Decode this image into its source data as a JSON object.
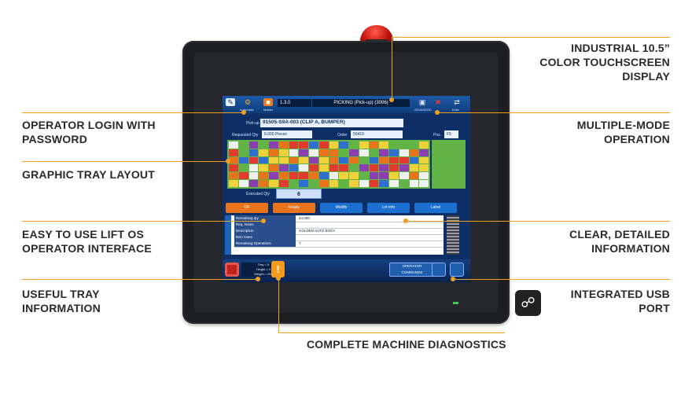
{
  "callouts": {
    "industrial": [
      "INDUSTRIAL 10.5”",
      "COLOR TOUCHSCREEN",
      "DISPLAY"
    ],
    "operator_login": [
      "OPERATOR LOGIN WITH",
      "PASSWORD"
    ],
    "multi_mode": [
      "MULTIPLE-MODE",
      "OPERATION"
    ],
    "tray_layout": [
      "GRAPHIC TRAY LAYOUT"
    ],
    "easy_to_use": [
      "EASY TO USE LIFT OS",
      "OPERATOR INTERFACE"
    ],
    "clear_info": [
      "CLEAR, DETAILED",
      "INFORMATION"
    ],
    "useful_tray": [
      "USEFUL TRAY",
      "INFORMATION"
    ],
    "usb_port": [
      "INTEGRATED USB",
      "PORT"
    ],
    "diagnostics": [
      "COMPLETE MACHINE DIAGNOSTICS"
    ]
  },
  "screen": {
    "mode_label": "Automatic",
    "master_label": "Master",
    "version": "1.3.0",
    "title": "PICKING (Pick-up) (3006)",
    "advanced_label": "ADVANCED",
    "exit_label": "Exits",
    "pickup_label": "Pick-up",
    "pickup_value": "91505-S9A-003 (CLIP A, BUMPER)",
    "requested_qty_label": "Requested Qty",
    "requested_qty_value": "6.000 Pieces",
    "order_label": "Order",
    "order_value": "50419",
    "pos_label": "Pos.",
    "pos_value": "F5",
    "executed_qty_label": "Executed Qty",
    "executed_qty_value": "6",
    "buttons": [
      "OK",
      "Empty",
      "Modify",
      "Lot Info",
      "Label"
    ],
    "info_rows": [
      {
        "key": "Remaining qty",
        "value": "44.000"
      },
      {
        "key": "Req. Notes",
        "value": ""
      },
      {
        "key": "Description",
        "value": "GOLDEN AUTO BODY"
      },
      {
        "key": "Item notes",
        "value": ""
      },
      {
        "key": "Remaining Operations",
        "value": "7"
      }
    ],
    "tray_info": [
      "Tray = 8",
      "Height = 4",
      "Weight = 250"
    ],
    "operator_commands": [
      "OPERATOR",
      "COMMANDS"
    ]
  },
  "colors": {
    "accent_line": "#f0a020",
    "screen_bg": "#0d2f66",
    "ok_button": "#e8731a",
    "blue_button": "#1b6fd0",
    "tray_green": "#63b446"
  },
  "icons": [
    "wrench-icon",
    "gear-icon",
    "mode-icon",
    "trash-icon",
    "exit-icon",
    "stop-icon",
    "warning-icon",
    "home-icon",
    "usb-icon"
  ]
}
